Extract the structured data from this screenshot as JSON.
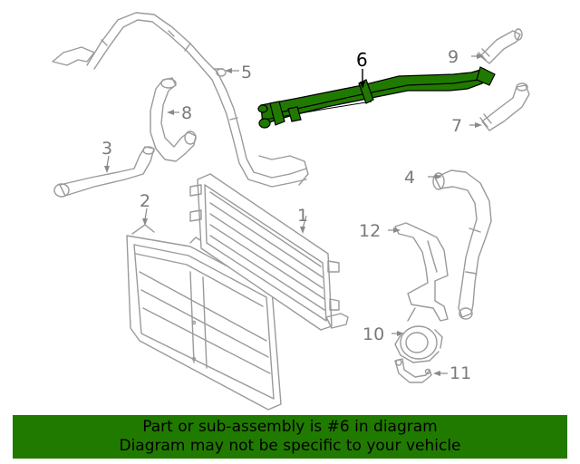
{
  "callouts": {
    "c1": "1",
    "c2": "2",
    "c3": "3",
    "c4": "4",
    "c5": "5",
    "c6": "6",
    "c7": "7",
    "c8": "8",
    "c9": "9",
    "c10": "10",
    "c11": "11",
    "c12": "12"
  },
  "highlight_color": "#217a00",
  "banner": {
    "line1": "Part or sub-assembly is #6 in diagram",
    "line2": "Diagram may not be specific to your vehicle"
  }
}
